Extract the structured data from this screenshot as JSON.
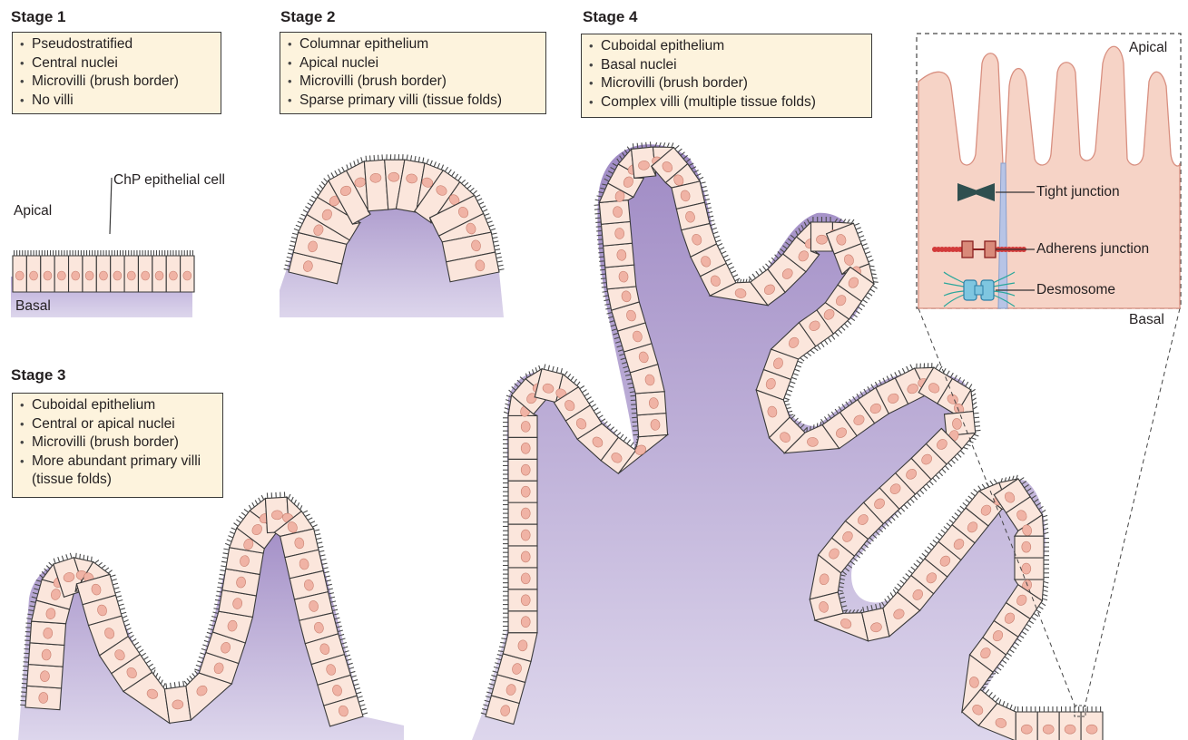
{
  "stage1": {
    "title": "Stage 1",
    "items": [
      "Pseudostratified",
      "Central nuclei",
      "Microvilli (brush border)",
      "No villi"
    ],
    "label_apical": "Apical",
    "label_basal": "Basal",
    "label_cell": "ChP epithelial cell"
  },
  "stage2": {
    "title": "Stage 2",
    "items": [
      "Columnar epithelium",
      "Apical nuclei",
      "Microvilli (brush border)",
      "Sparse primary villi (tissue folds)"
    ]
  },
  "stage3": {
    "title": "Stage 3",
    "items": [
      "Cuboidal epithelium",
      "Central or apical nuclei",
      "Microvilli (brush border)",
      "More abundant primary villi (tissue folds)"
    ]
  },
  "stage4": {
    "title": "Stage 4",
    "items": [
      "Cuboidal epithelium",
      "Basal nuclei",
      "Microvilli (brush border)",
      "Complex villi (multiple tissue folds)"
    ]
  },
  "inset": {
    "label_apical": "Apical",
    "label_basal": "Basal",
    "tight_junction": "Tight junction",
    "adherens_junction": "Adherens junction",
    "desmosome": "Desmosome"
  },
  "colors": {
    "stroma_top": "#a692c9",
    "stroma_bottom": "#d9d2ea",
    "cell_fill": "#fbe6dc",
    "cell_stroke": "#3a3a3a",
    "nucleus": "#f0b3a5",
    "microvilli": "#4a4a4a",
    "box_fill": "#fdf3dd",
    "tight_junction": "#2f4f4f",
    "adherens_junction": "#d04040",
    "desmosome": "#3aa6b0"
  }
}
